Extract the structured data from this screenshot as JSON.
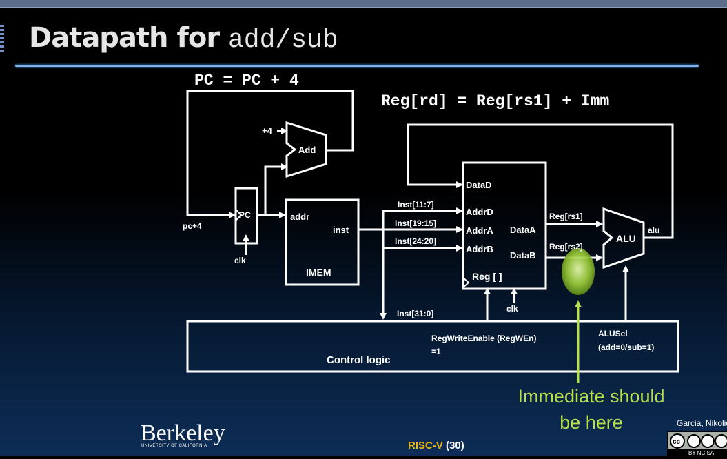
{
  "slide": {
    "title_text": "Datapath for ",
    "title_code": "add/sub",
    "eq_pc": "PC = PC + 4",
    "eq_reg": "Reg[rd] = Reg[rs1] + Imm",
    "callout_line1": "Immediate should",
    "callout_line2": "be here"
  },
  "diagram": {
    "plus4": "+4",
    "add": "Add",
    "pc": "PC",
    "pc_plus4": "pc+4",
    "clk_pc": "clk",
    "addr": "addr",
    "inst": "inst",
    "imem": "IMEM",
    "inst_11_7": "Inst[11:7]",
    "inst_19_15": "Inst[19:15]",
    "inst_24_20": "Inst[24:20]",
    "inst_31_0": "Inst[31:0]",
    "datad": "DataD",
    "addrd": "AddrD",
    "addra": "AddrA",
    "addrb": "AddrB",
    "dataa": "DataA",
    "datab": "DataB",
    "reg": "Reg [ ]",
    "clk_reg": "clk",
    "reg_rs1": "Reg[rs1]",
    "reg_rs2": "Reg[rs2]",
    "alu": "ALU",
    "alu_out": "alu",
    "regwen": "RegWriteEnable (RegWEn)",
    "regwen_val": "=1",
    "alusel": "ALUSel",
    "alusel_val": "(add=0/sub=1)",
    "control": "Control logic"
  },
  "footer": {
    "university": "Berkeley",
    "university_sub": "UNIVERSITY OF CALIFORNIA",
    "course_prefix": "RISC-V",
    "course_num": " (30)",
    "author": "Garcia, Nikolić",
    "license": "BY NC SA"
  },
  "colors": {
    "accent_rule": "#7fb2e8",
    "callout": "#b8e04a",
    "risc": "#e8b818"
  }
}
